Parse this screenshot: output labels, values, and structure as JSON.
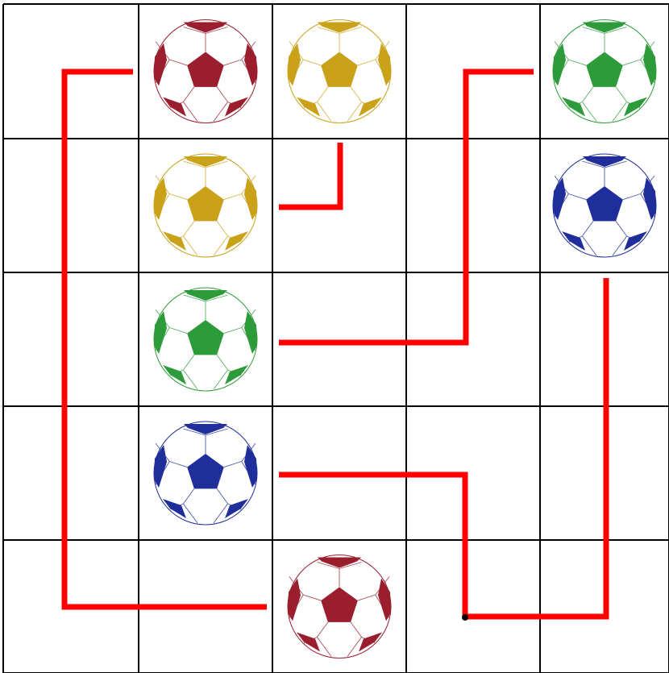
{
  "board": {
    "rows": 5,
    "cols": 5,
    "colors": {
      "red": "#9B1E2F",
      "yellow": "#C9A21A",
      "green": "#2E9B3A",
      "blue": "#1F2E9A"
    },
    "line_color": "#ff0000",
    "grid_color": "#000000",
    "balls": [
      {
        "row": 0,
        "col": 1,
        "color": "red"
      },
      {
        "row": 0,
        "col": 2,
        "color": "yellow"
      },
      {
        "row": 0,
        "col": 4,
        "color": "green"
      },
      {
        "row": 1,
        "col": 1,
        "color": "yellow"
      },
      {
        "row": 1,
        "col": 4,
        "color": "blue"
      },
      {
        "row": 2,
        "col": 1,
        "color": "green"
      },
      {
        "row": 3,
        "col": 1,
        "color": "blue"
      },
      {
        "row": 4,
        "col": 2,
        "color": "red"
      }
    ],
    "connections": [
      {
        "name": "red-connection",
        "from": [
          0,
          1
        ],
        "to": [
          4,
          2
        ]
      },
      {
        "name": "yellow-connection",
        "from": [
          0,
          2
        ],
        "to": [
          1,
          1
        ]
      },
      {
        "name": "green-connection",
        "from": [
          0,
          4
        ],
        "to": [
          2,
          1
        ]
      },
      {
        "name": "blue-connection",
        "from": [
          1,
          4
        ],
        "to": [
          3,
          1
        ]
      }
    ]
  }
}
